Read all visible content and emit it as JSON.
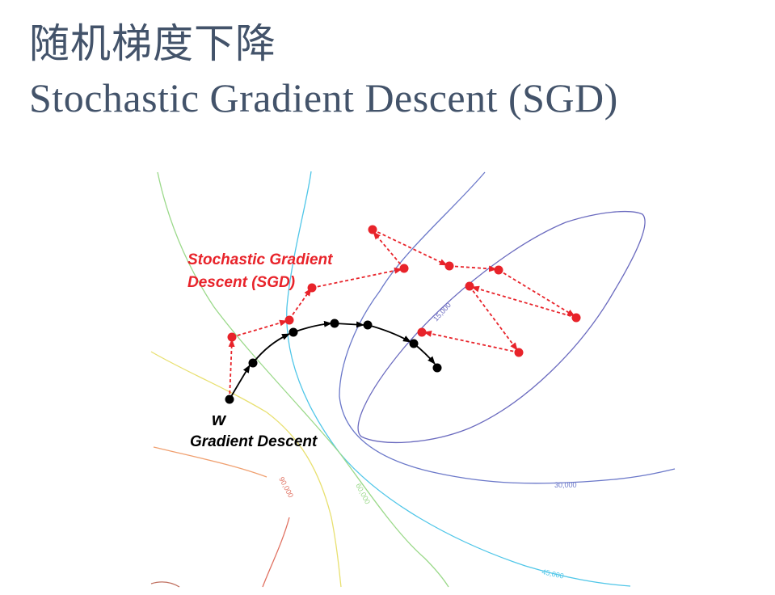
{
  "title": {
    "chinese": "随机梯度下降",
    "english": "Stochastic Gradient Descent (SGD)"
  },
  "diagram": {
    "sgd_label_line1": "Stochastic Gradient",
    "sgd_label_line2": "Descent (SGD)",
    "w_label": "w",
    "gd_label": "Gradient Descent",
    "contour_labels": {
      "c15": "15,000",
      "c30": "30,000",
      "c45": "45,000",
      "c60": "60,000",
      "c90": "90,000"
    },
    "colors": {
      "sgd": "#e8232a",
      "gd": "#000000",
      "title": "#43536a",
      "inner_contour": "#6b6bbf",
      "contour_30": "#6b78c9",
      "contour_45": "#4fc6e8",
      "contour_60": "#9bd98a",
      "contour_yellow": "#e8e070",
      "contour_orange": "#f0a070",
      "contour_red": "#e07060"
    }
  }
}
